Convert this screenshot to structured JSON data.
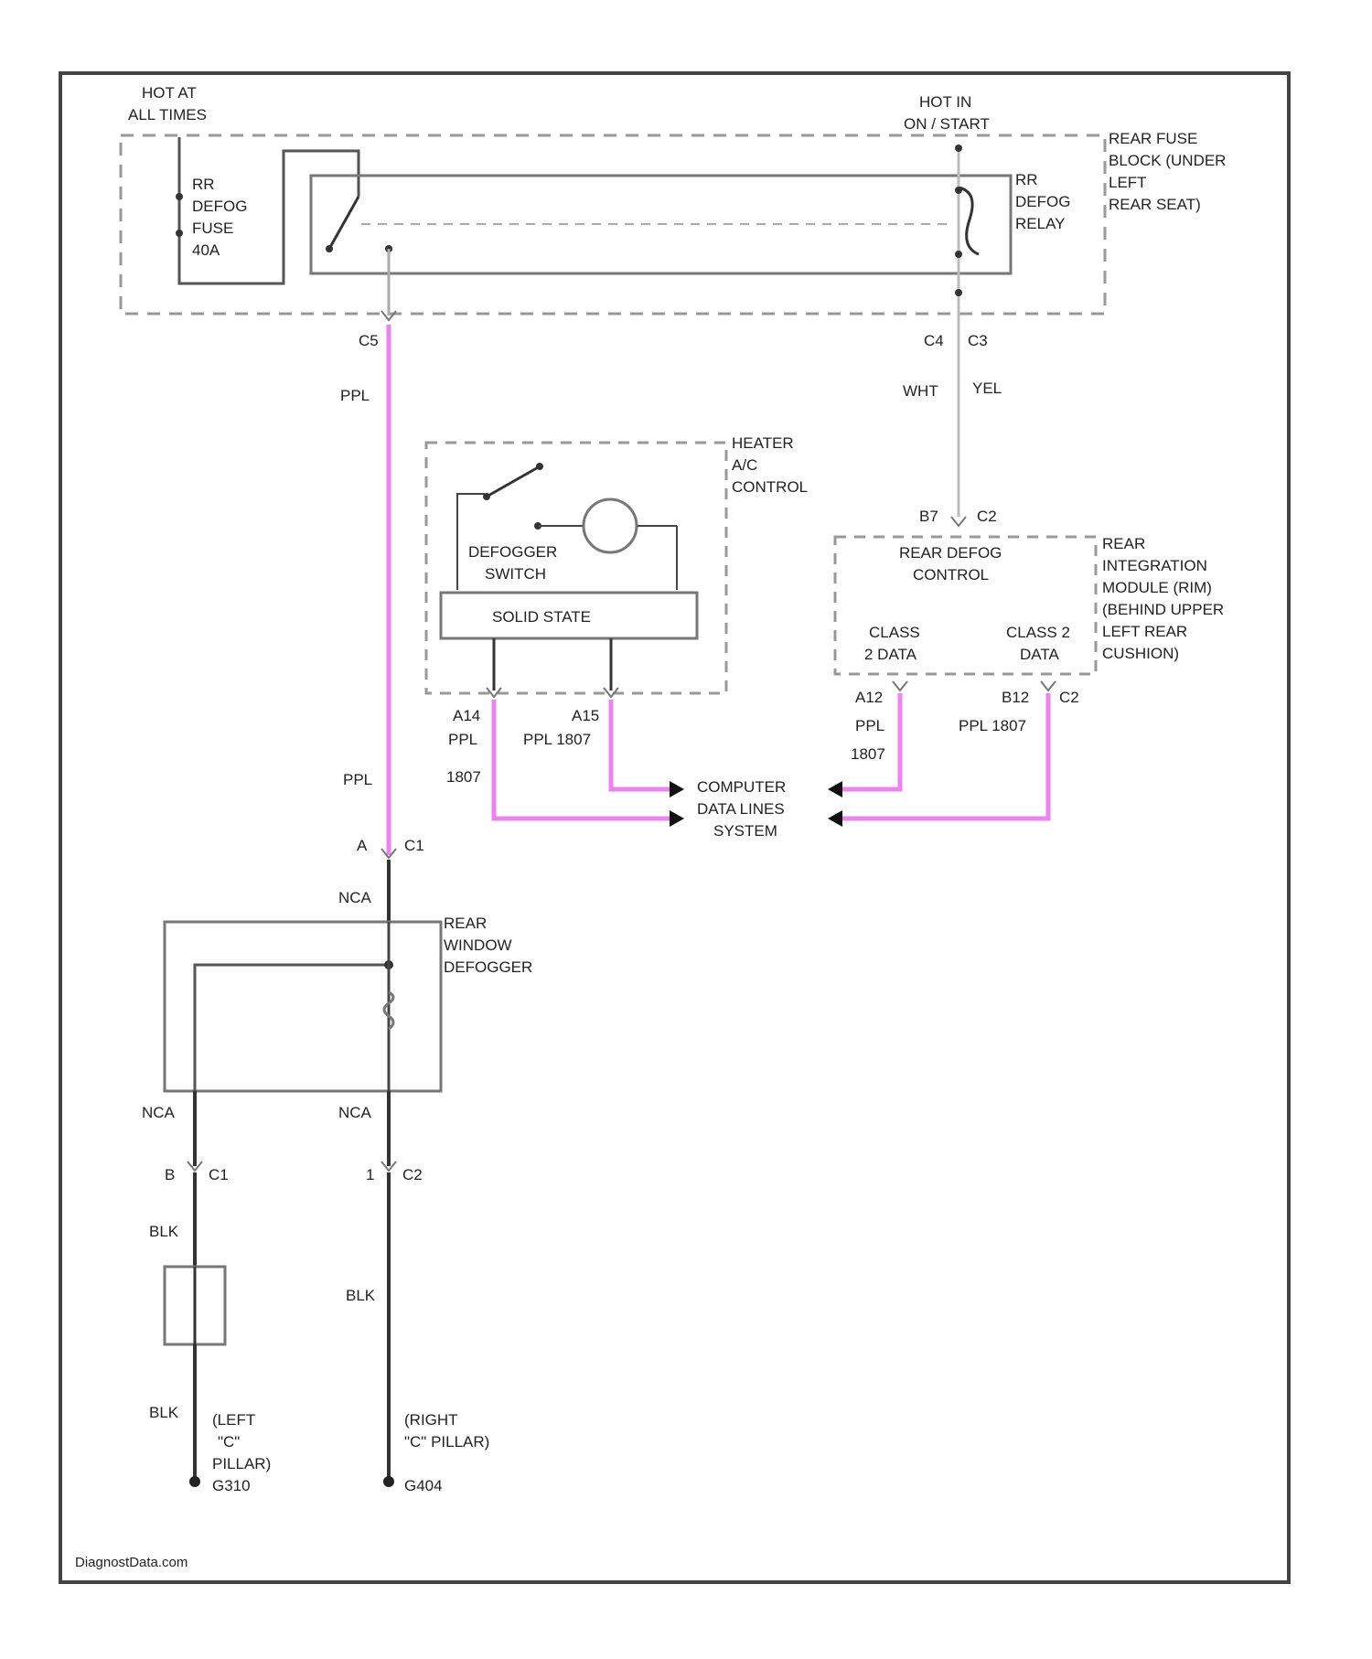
{
  "diagram": {
    "colors": {
      "frame": "#444444",
      "wire_black": "#333333",
      "wire_purple": "#ee82ee",
      "wire_gray": "#bbbbbb",
      "dashed": "#999999"
    },
    "hot_always": [
      "HOT AT",
      "ALL TIMES"
    ],
    "hot_start": [
      "HOT IN",
      "ON / START"
    ],
    "fuse": [
      "RR",
      "DEFOG",
      "FUSE",
      "40A"
    ],
    "relay": [
      "RR",
      "DEFOG",
      "RELAY"
    ],
    "rear_fuse_block": [
      "REAR FUSE",
      "BLOCK (UNDER",
      "LEFT",
      "REAR SEAT)"
    ],
    "conn_c5_left": "C5",
    "conn_c4": "C4",
    "conn_c3": "C3",
    "wire_ppl_top": "PPL",
    "wire_wht": "WHT",
    "wire_yel": "YEL",
    "heater_ac_control": [
      "HEATER",
      "A/C",
      "CONTROL"
    ],
    "defogger_switch": [
      "DEFOGGER",
      "SWITCH"
    ],
    "solid_state": "SOLID STATE",
    "pin_a14": "A14",
    "pin_a15": "A15",
    "wire_ppl_a14": "PPL",
    "wire_1807_a14": "1807",
    "wire_ppl_1807_a15": "PPL 1807",
    "pin_b7": "B7",
    "conn_c2_rim": "C2",
    "rear_defog_control": [
      "REAR DEFOG",
      "CONTROL"
    ],
    "rim": [
      "REAR",
      "INTEGRATION",
      "MODULE (RIM)",
      "(BEHIND UPPER",
      "LEFT REAR",
      "CUSHION)"
    ],
    "class2_left": [
      "CLASS",
      "2 DATA"
    ],
    "class2_right": [
      "CLASS 2",
      "DATA"
    ],
    "pin_a12": "A12",
    "pin_b12": "B12",
    "conn_c2_right": "C2",
    "wire_ppl_a12": "PPL",
    "wire_1807_a12": "1807",
    "wire_ppl_1807_b12": "PPL 1807",
    "data_lines": [
      "COMPUTER",
      "DATA LINES",
      "SYSTEM"
    ],
    "wire_ppl_mid": "PPL",
    "pin_a": "A",
    "conn_c1_top": "C1",
    "wire_nca_top": "NCA",
    "rear_window_defogger": [
      "REAR",
      "WINDOW",
      "DEFOGGER"
    ],
    "wire_nca_left": "NCA",
    "wire_nca_right": "NCA",
    "pin_b": "B",
    "conn_c1_bottom": "C1",
    "pin_1": "1",
    "conn_c2_bottom": "C2",
    "wire_blk_1": "BLK",
    "wire_blk_2": "BLK",
    "wire_blk_3": "BLK",
    "left_pillar": [
      "(LEFT",
      "\"C\"",
      "PILLAR)"
    ],
    "ground_left": "G310",
    "right_pillar": [
      "(RIGHT",
      "\"C\" PILLAR)"
    ],
    "ground_right": "G404",
    "watermark": "DiagnostData.com"
  }
}
